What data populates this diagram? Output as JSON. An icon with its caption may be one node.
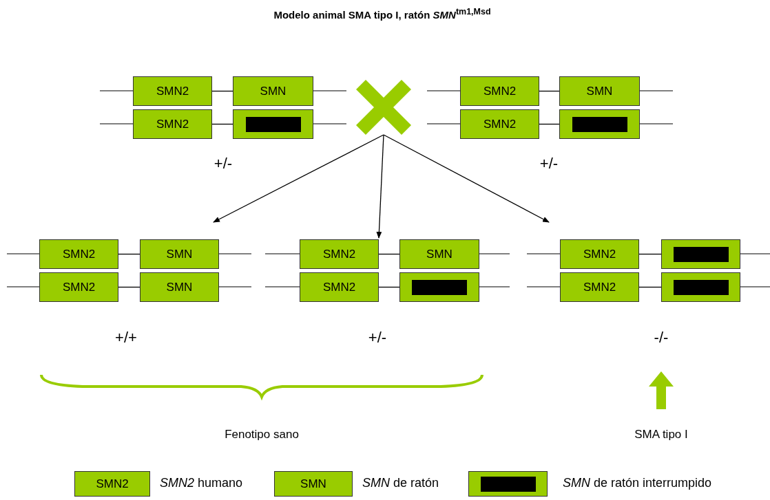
{
  "diagram": {
    "title": "Modelo animal SMA tipo I, ratón *SMN*$^{tm1,Msd}$",
    "nodes": [
      {
        "text": [
          "SMN2"
        ]
      },
      {
        "text": [
          "SMN"
        ]
      },
      {
        "text": [
          "SMN2"
        ]
      },
      {
        "text": [],
        "shape": "box"
      },
      {
        "text": [],
        "shape": "cross"
      },
      {
        "text": [
          "SMN2"
        ]
      },
      {
        "text": [
          "SMN"
        ]
      },
      {
        "text": [
          "SMN2"
        ]
      },
      {
        "text": [],
        "shape": "box"
      },
      {
        "text": [
          "SMN2"
        ]
      },
      {
        "text": [
          "SMN"
        ]
      },
      {
        "text": [
          "SMN2"
        ]
      },
      {
        "text": [
          "SMN"
        ]
      },
      {
        "text": [
          "SMN2"
        ]
      },
      {
        "text": [
          "SMN"
        ]
      },
      {
        "text": [
          "SMN2"
        ]
      },
      {
        "text": [],
        "shape": "box"
      },
      {
        "text": [
          "SMN2"
        ]
      },
      {
        "text": [],
        "shape": "box"
      },
      {
        "text": [
          "SMN2"
        ]
      },
      {
        "text": [],
        "shape": "box"
      },
      {
        "text": [
          "SMN2"
        ],
        "beside": [
          "*SMN2* humano"
        ]
      },
      {
        "text": [
          "SMN"
        ],
        "beside": [
          "*SMN* de ratón"
        ]
      },
      {
        "text": [],
        "shape": "box",
        "beside": [
          "*SMN* de ratón interrumpido"
        ]
      }
    ],
    "edges": [
      {
        "from": 0,
        "to": 1,
        "arrow": "none"
      },
      {
        "from": 2,
        "to": 3,
        "arrow": "none"
      },
      {
        "from": 5,
        "to": 6,
        "arrow": "none"
      },
      {
        "from": 7,
        "to": 8,
        "arrow": "none"
      },
      {
        "from": 9,
        "to": 10,
        "arrow": "none"
      },
      {
        "from": 11,
        "to": 12,
        "arrow": "none"
      },
      {
        "from": 13,
        "to": 14,
        "arrow": "none"
      },
      {
        "from": 15,
        "to": 16,
        "arrow": "none"
      },
      {
        "from": 17,
        "to": 18,
        "arrow": "none"
      },
      {
        "from": 19,
        "to": 20,
        "arrow": "none"
      },
      {
        "from": 4,
        "to": 10,
        "arrow": "to"
      },
      {
        "from": 4,
        "to": 13,
        "arrow": "to"
      },
      {
        "from": 4,
        "to": 17,
        "arrow": "to"
      }
    ],
    "labels": [
      "+/-",
      "+/-",
      "+/+",
      "+/-",
      "-/-",
      "Fenotipo sano",
      "SMA tipo I"
    ]
  }
}
